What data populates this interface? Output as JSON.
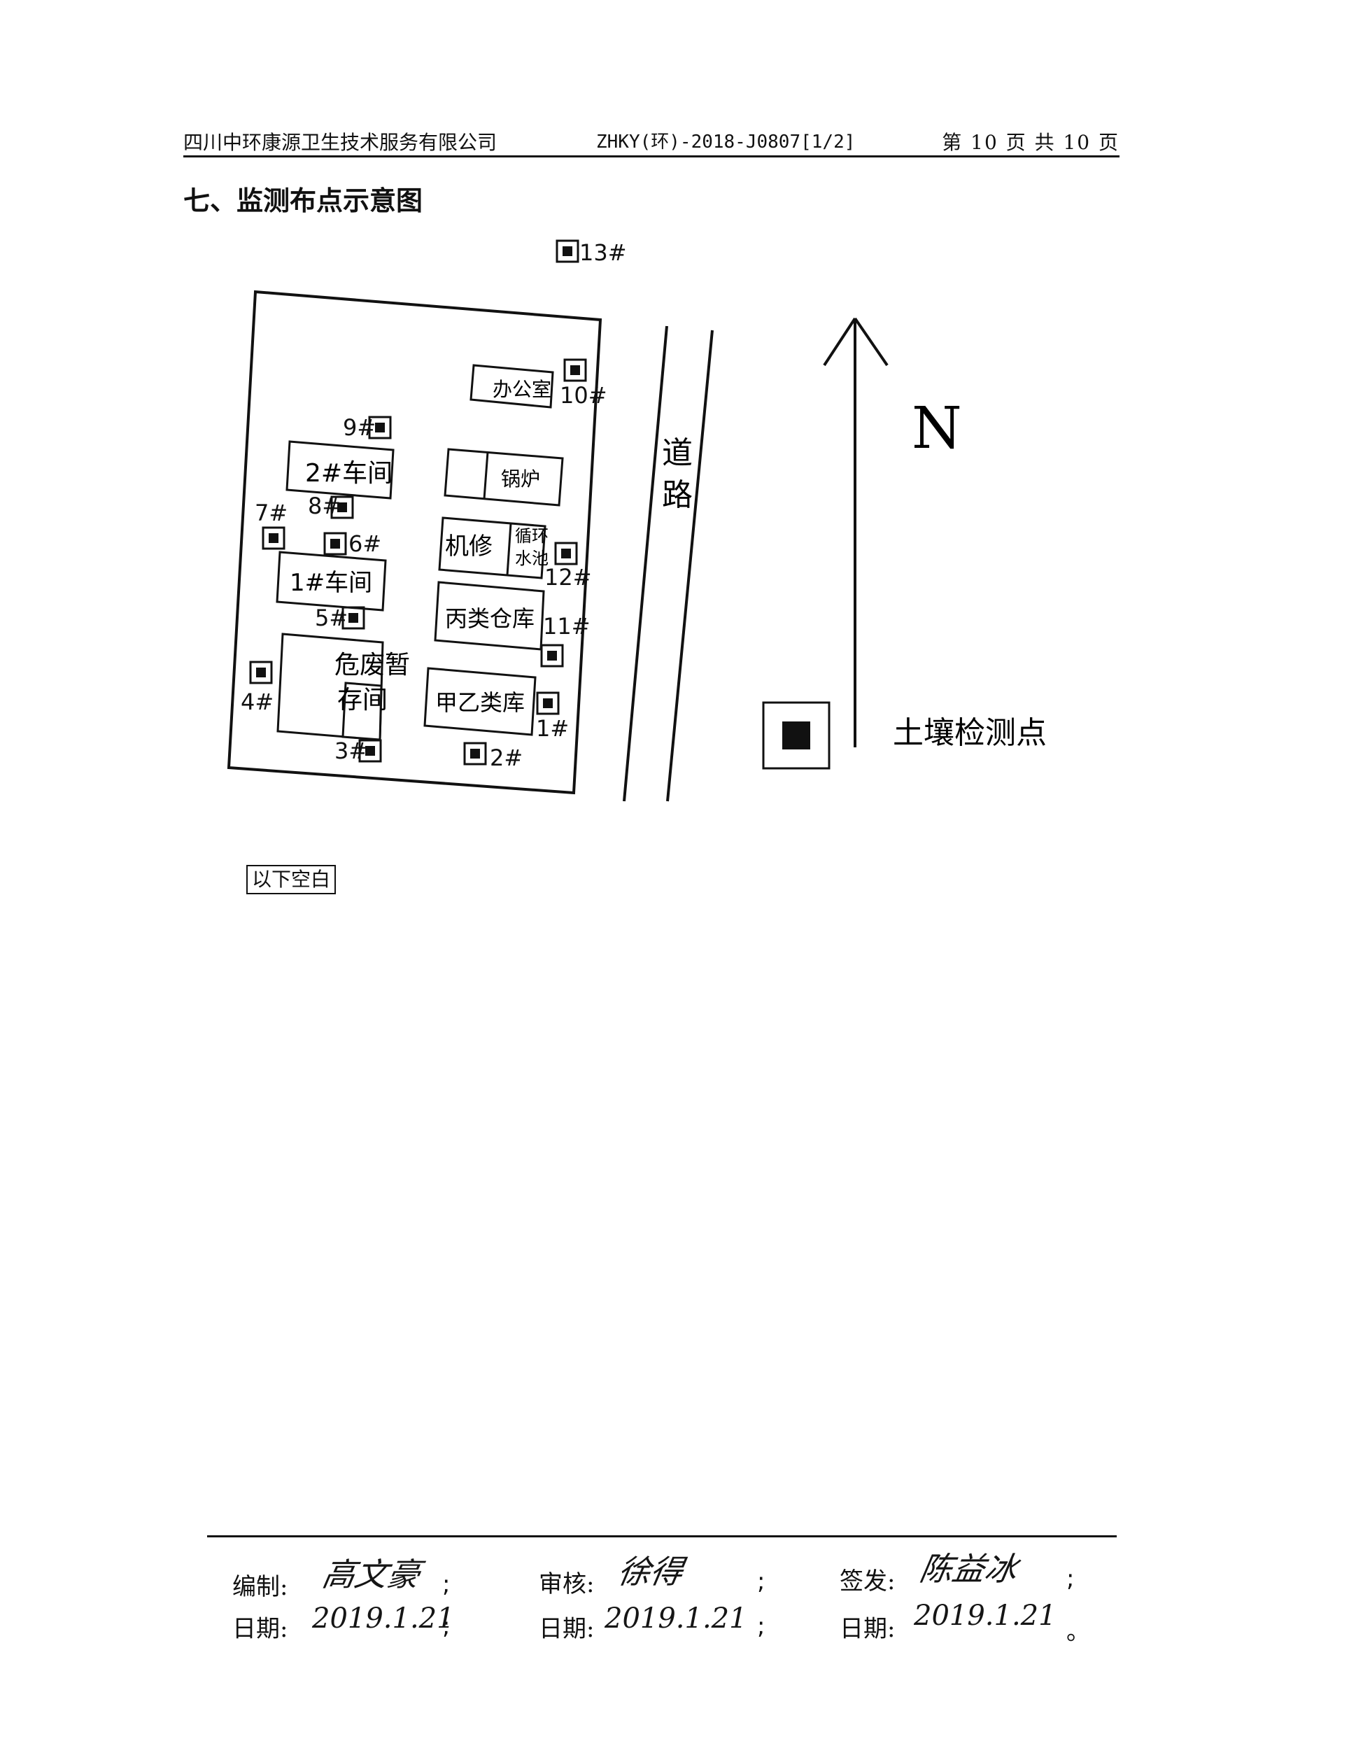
{
  "header": {
    "company": "四川中环康源卫生技术服务有限公司",
    "report_code": "ZHKY(环)-2018-J0807[1/2]",
    "page_info": "第 10 页 共 10 页"
  },
  "section_title": "七、监测布点示意图",
  "diagram": {
    "buildings": {
      "office": "办公室",
      "boiler": "锅炉",
      "workshop2": "2#车间",
      "repair": "机修",
      "pool_line1": "循环",
      "pool_line2": "水池",
      "workshop1": "1#车间",
      "warehouse_c": "丙类仓库",
      "hazard_line1": "危废暂",
      "hazard_line2": "存间",
      "warehouse_ab": "甲乙类库"
    },
    "road_line1": "道",
    "road_line2": "路",
    "north": "N",
    "points": {
      "p1": "1#",
      "p2": "2#",
      "p3": "3#",
      "p4": "4#",
      "p5": "5#",
      "p6": "6#",
      "p7": "7#",
      "p8": "8#",
      "p9": "9#",
      "p10": "10#",
      "p11": "11#",
      "p12": "12#",
      "p13": "13#"
    },
    "legend_label": "土壤检测点"
  },
  "blank_note": "以下空白",
  "footer": {
    "compiled_label": "编制:",
    "compiled_sig": "高文豪",
    "reviewed_label": "审核:",
    "reviewed_sig": "徐得",
    "issued_label": "签发:",
    "issued_sig": "陈益冰",
    "date_label": "日期:",
    "compiled_date": "2019.1.21",
    "reviewed_date": "2019.1.21",
    "issued_date": "2019.1.21",
    "semi": ";",
    "period": "。"
  }
}
